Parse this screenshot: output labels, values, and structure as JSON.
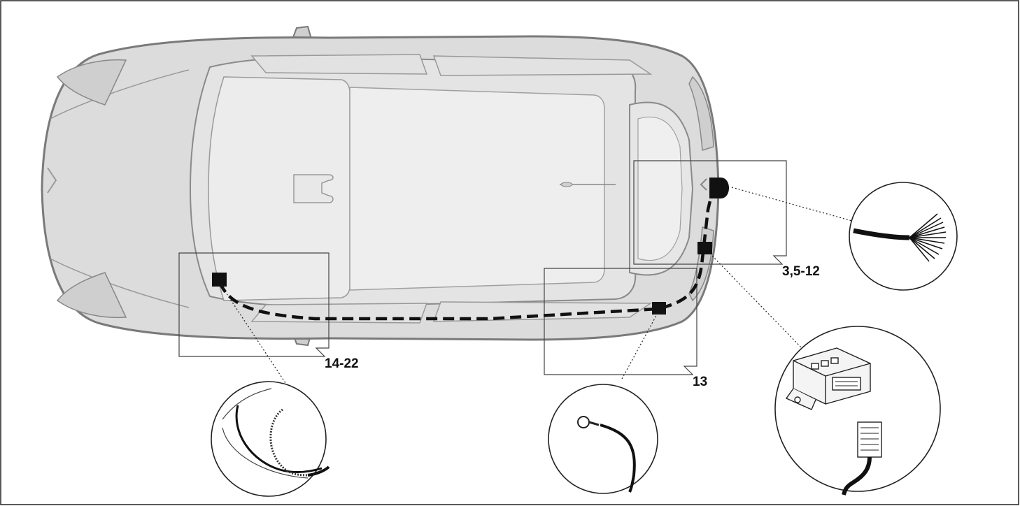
{
  "diagram": {
    "callouts": {
      "rear_socket_label": "3,5-12",
      "ground_point_label": "13",
      "front_harness_label": "14-22"
    },
    "icons": {
      "car": "car-top-view-icon",
      "socket": "towbar-socket-icon",
      "module": "electronic-module-icon",
      "ground_terminal": "ground-ring-terminal-icon",
      "front_connector": "harness-connector-icon",
      "wire_bundle": "wire-bundle-icon"
    },
    "colors": {
      "car_body": "#d9d9d9",
      "car_outline": "#777777",
      "harness": "#111111"
    }
  }
}
